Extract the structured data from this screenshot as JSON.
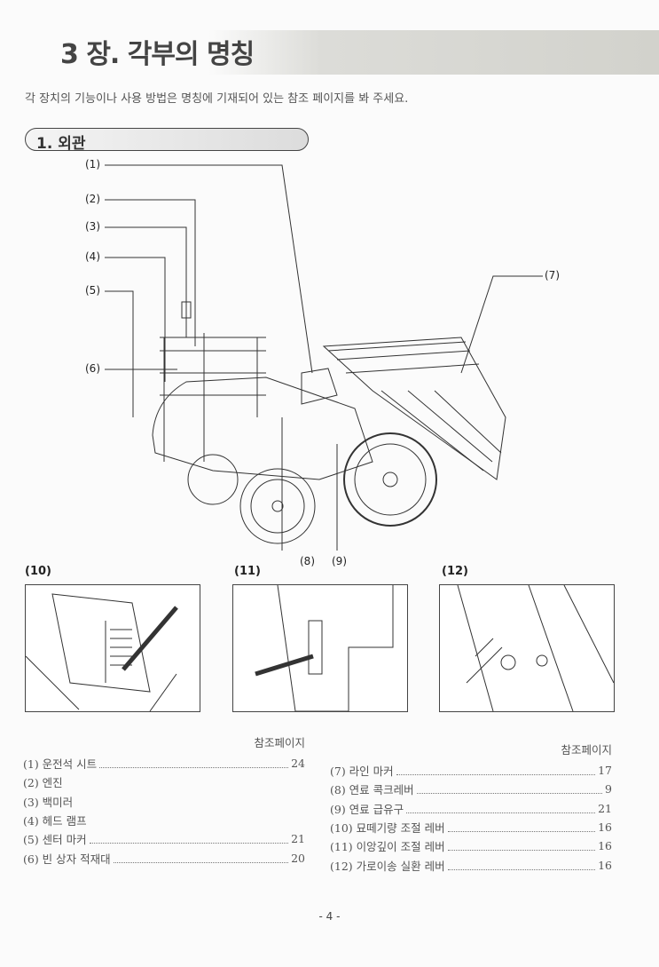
{
  "header": {
    "title": "3 장. 각부의 명칭"
  },
  "intro": "각 장치의 기능이나 사용 방법은 명칭에 기재되어 있는 참조 페이지를 봐 주세요.",
  "section": {
    "title": "1. 외관"
  },
  "callouts": [
    "(1)",
    "(2)",
    "(3)",
    "(4)",
    "(5)",
    "(6)",
    "(7)",
    "(8)",
    "(9)"
  ],
  "insets": [
    "(10)",
    "(11)",
    "(12)"
  ],
  "ref_header": "참조페이지",
  "left_list": [
    {
      "label": "(1) 운전석 시트",
      "page": "24"
    },
    {
      "label": "(2) 엔진",
      "page": ""
    },
    {
      "label": "(3) 백미러",
      "page": ""
    },
    {
      "label": "(4) 헤드 램프",
      "page": ""
    },
    {
      "label": "(5) 센터 마커",
      "page": "21"
    },
    {
      "label": "(6) 빈 상자 적재대",
      "page": "20"
    }
  ],
  "right_list": [
    {
      "label": "(7) 라인 마커",
      "page": "17"
    },
    {
      "label": "(8) 연료 콕크레버",
      "page": "9"
    },
    {
      "label": "(9) 연료 급유구",
      "page": "21"
    },
    {
      "label": "(10) 묘떼기량 조절 레버",
      "page": "16"
    },
    {
      "label": "(11) 이앙깊이 조절 레버",
      "page": "16"
    },
    {
      "label": "(12) 가로이송 실환 레버",
      "page": "16"
    }
  ],
  "page_number": "- 4 -"
}
